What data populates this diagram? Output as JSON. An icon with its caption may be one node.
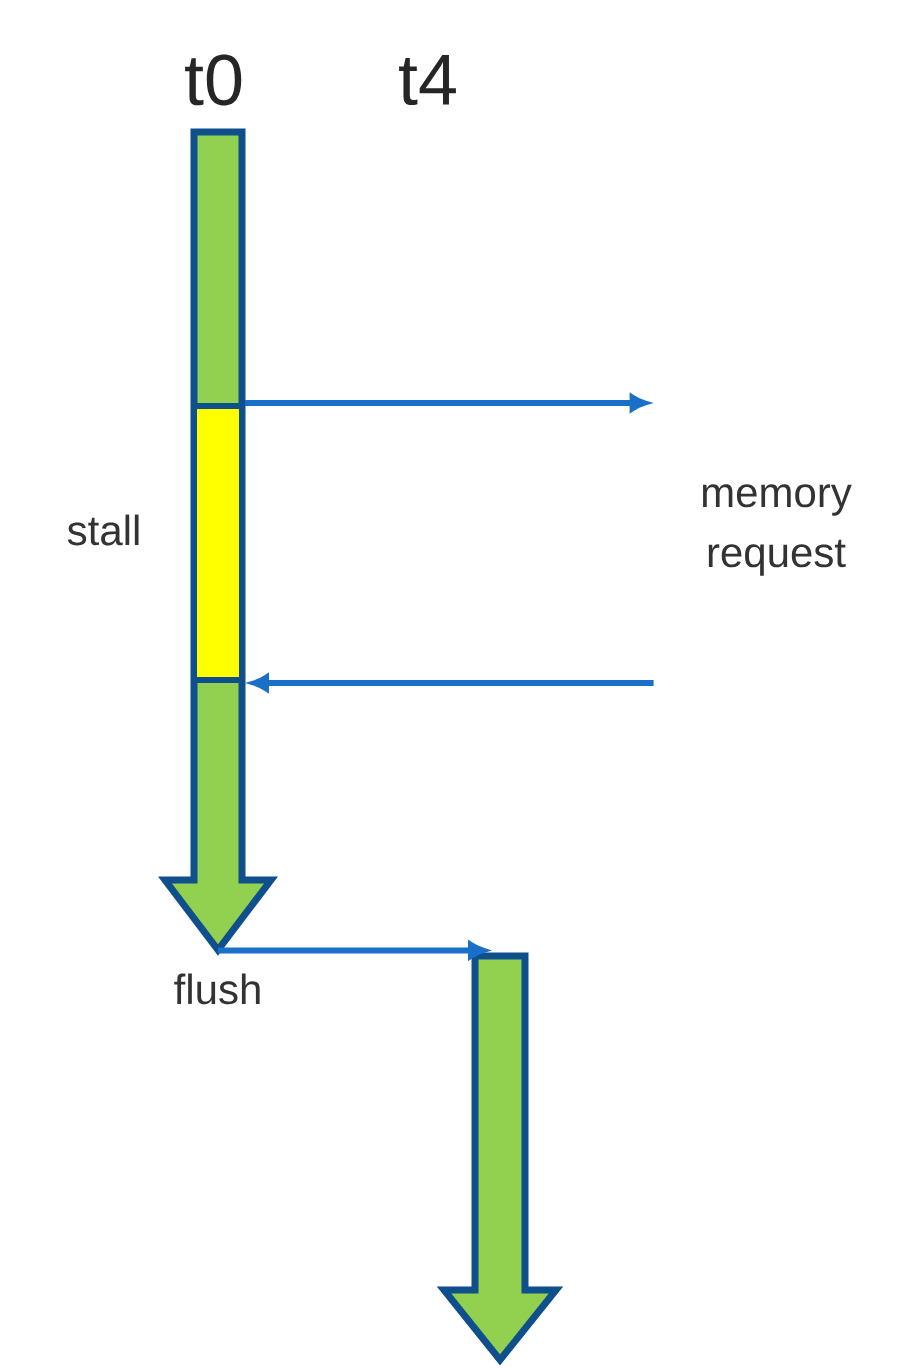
{
  "diagram": {
    "nodes": [
      {
        "text": [],
        "shape": "arrow"
      },
      {
        "text": [],
        "shape": "bar",
        "in": 0,
        "beside": [
          "stall"
        ]
      },
      {
        "text": [
          "memory request"
        ]
      },
      {
        "text": [],
        "shape": "arrow"
      }
    ],
    "edges": [
      {
        "from": 1,
        "to": 2,
        "arrow": "to"
      },
      {
        "from": 2,
        "to": 1,
        "arrow": "to"
      },
      {
        "from": 0,
        "to": 3,
        "arrow": "to",
        "label": "flush"
      }
    ],
    "labels": [
      "t0",
      "t4"
    ]
  }
}
